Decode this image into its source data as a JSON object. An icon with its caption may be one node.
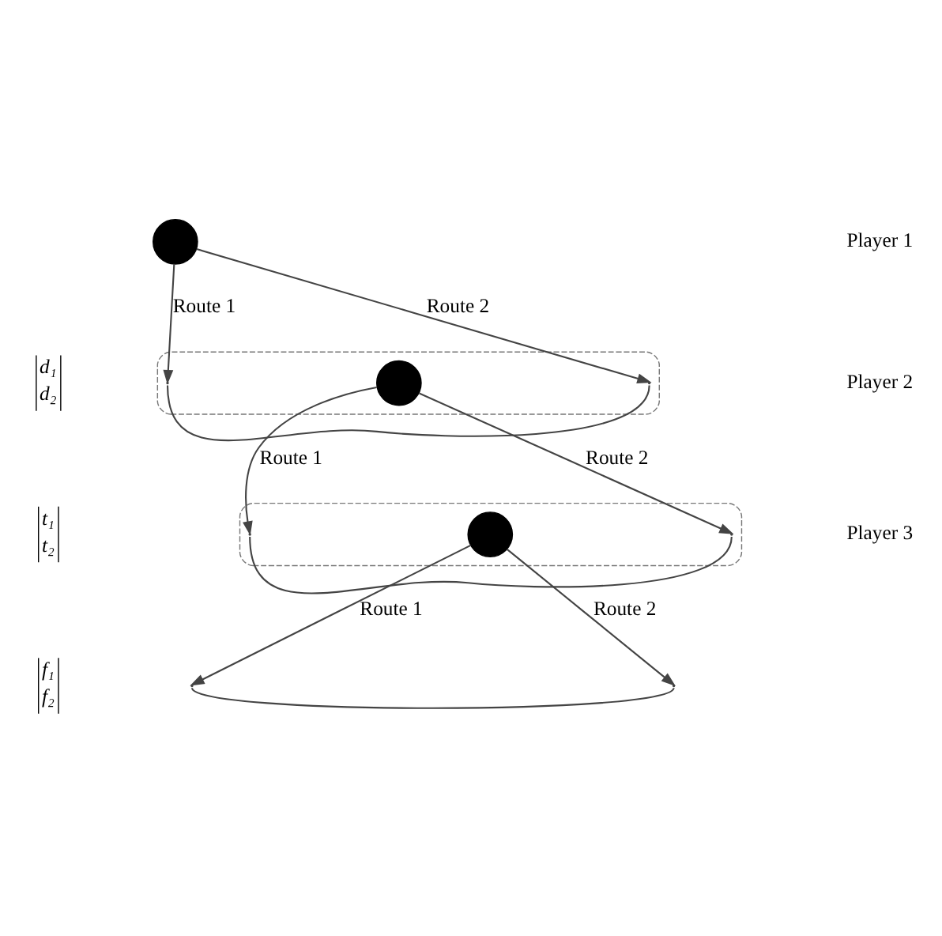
{
  "diagram": {
    "nodes": [
      {
        "text": [],
        "shape": "circle"
      },
      {
        "text": [],
        "shape": "box"
      },
      {
        "text": [],
        "shape": "point",
        "in": 1
      },
      {
        "text": [],
        "shape": "circle",
        "in": 1
      },
      {
        "text": [],
        "shape": "point",
        "in": 1
      },
      {
        "text": [],
        "shape": "box"
      },
      {
        "text": [],
        "shape": "point",
        "in": 5
      },
      {
        "text": [],
        "shape": "circle",
        "in": 5
      },
      {
        "text": [],
        "shape": "point",
        "in": 5
      },
      {
        "text": [],
        "shape": "point"
      },
      {
        "text": [],
        "shape": "point"
      }
    ],
    "edges": [
      {
        "from": 0,
        "to": 2,
        "arrow": "to",
        "label": "Route 1"
      },
      {
        "from": 0,
        "to": 4,
        "arrow": "to",
        "label": "Route 2"
      },
      {
        "from": 2,
        "to": 4,
        "arrow": "none"
      },
      {
        "from": 3,
        "to": 6,
        "arrow": "to",
        "label": "Route 1"
      },
      {
        "from": 3,
        "to": 8,
        "arrow": "to",
        "label": "Route 2"
      },
      {
        "from": 6,
        "to": 8,
        "arrow": "none"
      },
      {
        "from": 7,
        "to": 9,
        "arrow": "to",
        "label": "Route 1"
      },
      {
        "from": 7,
        "to": 10,
        "arrow": "to",
        "label": "Route 2"
      },
      {
        "from": 9,
        "to": 10,
        "arrow": "none"
      }
    ],
    "labels": [
      "Player 1",
      "d₁",
      "d₂",
      "Player 2",
      "t₁",
      "t₂",
      "Player 3",
      "f₁",
      "f₂"
    ]
  }
}
